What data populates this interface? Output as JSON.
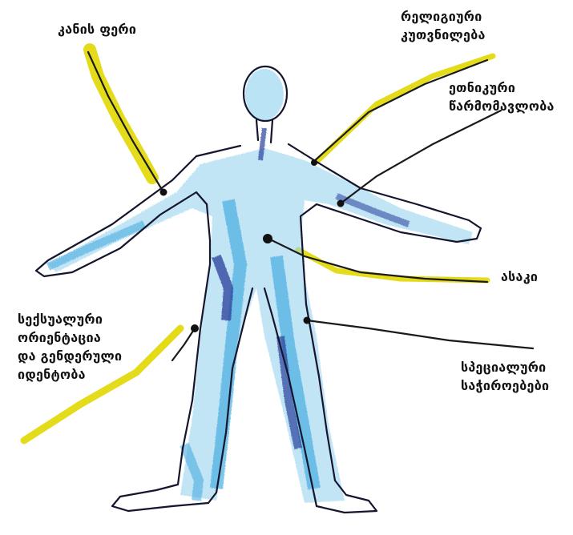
{
  "labels": {
    "skin_color": "კანის ფერი",
    "religious_1": "რელიგიური",
    "religious_2": "კუთვნილება",
    "ethnic_1": "ეთნიკური",
    "ethnic_2": "წარმომავლობა",
    "age": "ასაკი",
    "sexual_1": "სექსუალური",
    "sexual_2": "ორიენტაცია",
    "sexual_3": "და გენდერული",
    "sexual_4": "იდენტობა",
    "special_1": "სპეციალური",
    "special_2": "საჭიროებები"
  },
  "colors": {
    "outline": "#15152e",
    "body_blue": "#6ec3ea",
    "body_dark": "#2a3f9a",
    "yellow": "#e4dc1a",
    "pointer": "#1a1a1a"
  }
}
